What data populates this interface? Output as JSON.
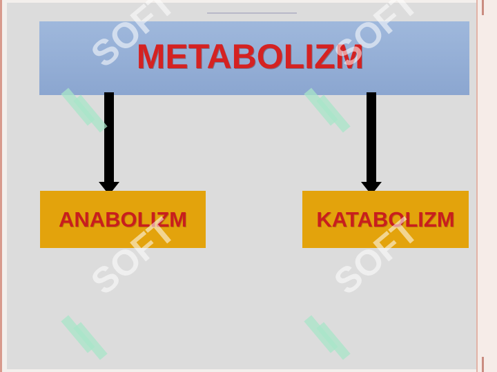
{
  "diagram": {
    "root": {
      "label": "METABOLIZM"
    },
    "children": [
      {
        "label": "ANABOLIZM"
      },
      {
        "label": "KATABOLIZM"
      }
    ]
  },
  "watermark": {
    "text": "SOFT",
    "icon": "soft-logo-icon"
  },
  "colors": {
    "root_fill": "#93AED6",
    "root_text": "#D42222",
    "child_fill": "#E3A30C",
    "child_text": "#C81E1E",
    "arrow": "#000000",
    "watermark_logo": "#A8E6C8"
  }
}
